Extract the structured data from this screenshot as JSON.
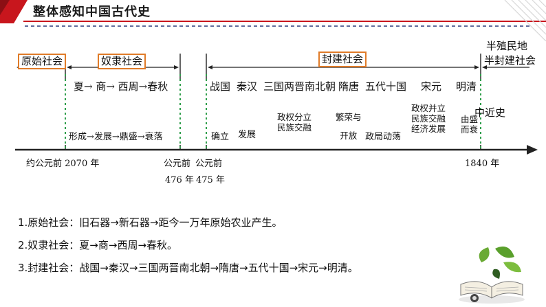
{
  "header": {
    "title": "整体感知中国古代史",
    "accent_color": "#c8161d"
  },
  "timeline": {
    "eras": {
      "primitive": "原始社会",
      "slave": "奴隶社会",
      "feudal": "封建社会",
      "semi": "半殖民地",
      "semi_line2": "半封建社会",
      "modern": "中近史"
    },
    "slave_sequence": "夏→ 商→ 西周→春秋",
    "slave_stages": "形成→发展→鼎盛→衰落",
    "feudal_periods": [
      "战国",
      "秦汉",
      "三国两晋南北朝",
      "隋唐",
      "五代十国",
      "宋元",
      "明清"
    ],
    "feudal_notes": {
      "zhanguo": "确立",
      "qinhan": "发展",
      "sanguo": [
        "政权分立",
        "民族交融"
      ],
      "suitang": [
        "繁荣与",
        "开放"
      ],
      "wudai": "政局动荡",
      "songyuan": [
        "政权并立",
        "民族交融",
        "经济发展"
      ],
      "mingqing": [
        "由盛",
        "而衰"
      ]
    },
    "dates": {
      "start": "约公元前 2070 年",
      "d476": "公元前",
      "d476_year": "476 年",
      "d475": "公元前",
      "d475_year": "475 年",
      "end": "1840 年"
    },
    "box_color": "#e07b28",
    "dashed_color": "#2e9e4a"
  },
  "summary": [
    "1.原始社会：旧石器→新石器→距今一万年原始农业产生。",
    "2.奴隶社会：夏→商→西周→春秋。",
    "3.封建社会：战国→秦汉→三国两晋南北朝→隋唐→五代十国→宋元→明清。"
  ]
}
